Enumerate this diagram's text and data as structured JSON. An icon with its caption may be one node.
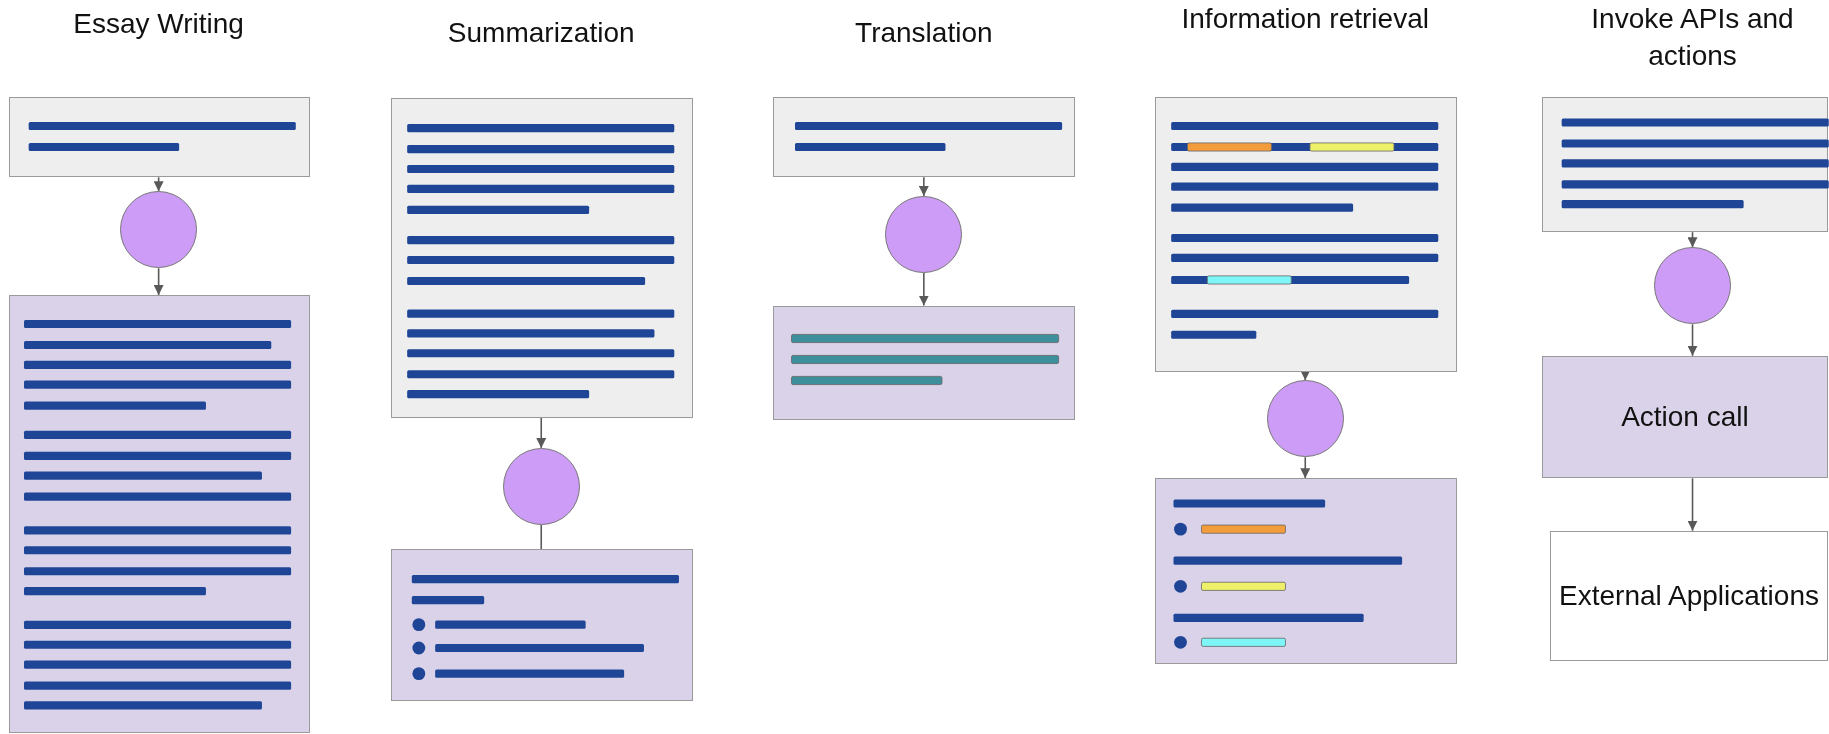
{
  "diagram": {
    "nodes": [
      {
        "text": [],
        "shape": "box"
      },
      {
        "text": [],
        "shape": "circle"
      },
      {
        "text": [],
        "shape": "box"
      },
      {
        "text": [],
        "shape": "box"
      },
      {
        "text": [],
        "shape": "circle"
      },
      {
        "text": [],
        "shape": "box"
      },
      {
        "text": [],
        "shape": "box"
      },
      {
        "text": [],
        "shape": "circle"
      },
      {
        "text": [],
        "shape": "box"
      },
      {
        "text": [],
        "shape": "box"
      },
      {
        "text": [],
        "shape": "circle"
      },
      {
        "text": [],
        "shape": "box"
      },
      {
        "text": [],
        "shape": "box"
      },
      {
        "text": [],
        "shape": "circle"
      },
      {
        "text": [
          "Action call"
        ]
      },
      {
        "text": [
          "External Applications"
        ]
      }
    ],
    "edges": [
      {
        "from": 0,
        "to": 1,
        "arrow": "to"
      },
      {
        "from": 1,
        "to": 2,
        "arrow": "to"
      },
      {
        "from": 3,
        "to": 4,
        "arrow": "to"
      },
      {
        "from": 4,
        "to": 5,
        "arrow": "none"
      },
      {
        "from": 6,
        "to": 7,
        "arrow": "to"
      },
      {
        "from": 7,
        "to": 8,
        "arrow": "to"
      },
      {
        "from": 9,
        "to": 10,
        "arrow": "to"
      },
      {
        "from": 10,
        "to": 11,
        "arrow": "to"
      },
      {
        "from": 12,
        "to": 13,
        "arrow": "to"
      },
      {
        "from": 13,
        "to": 14,
        "arrow": "to"
      },
      {
        "from": 14,
        "to": 15,
        "arrow": "to"
      }
    ],
    "labels": [
      "Essay Writing",
      "Summarization",
      "Translation",
      "Information retrieval",
      "Invoke APIs and actions"
    ]
  }
}
